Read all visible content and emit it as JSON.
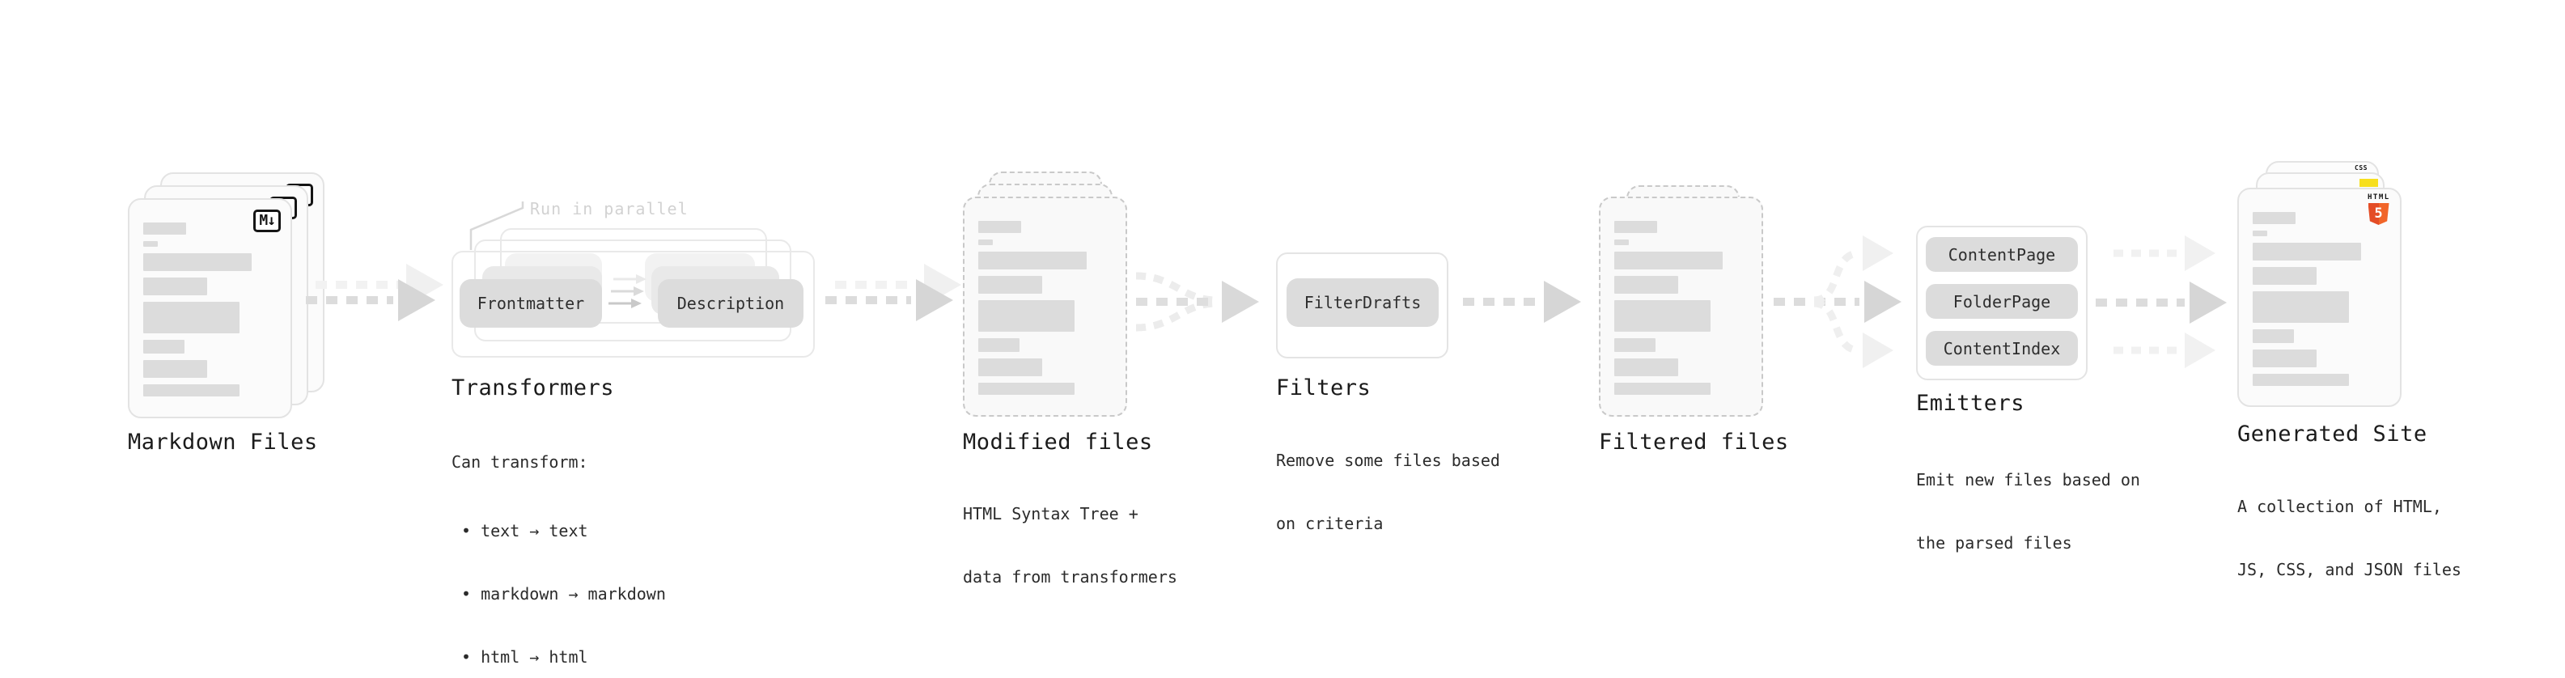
{
  "stages": {
    "markdown_files": {
      "label": "Markdown Files",
      "file_badge": "M↓"
    },
    "transformers": {
      "label": "Transformers",
      "callout": "Run in parallel",
      "pill_a": "Frontmatter",
      "pill_b": "Description",
      "note_heading": "Can transform:",
      "note_items": [
        "• text → text",
        "• markdown → markdown",
        "• html → html"
      ]
    },
    "modified_files": {
      "label": "Modified files",
      "note_lines": [
        "HTML Syntax Tree +",
        "data from transformers"
      ]
    },
    "filters": {
      "label": "Filters",
      "pill": "FilterDrafts",
      "note_lines": [
        "Remove some files based",
        "on criteria"
      ]
    },
    "filtered_files": {
      "label": "Filtered files"
    },
    "emitters": {
      "label": "Emitters",
      "pills": [
        "ContentPage",
        "FolderPage",
        "ContentIndex"
      ],
      "note_lines": [
        "Emit new files based on",
        "the parsed files"
      ]
    },
    "generated_site": {
      "label": "Generated Site",
      "note_lines": [
        "A collection of HTML,",
        "JS, CSS, and JSON files"
      ],
      "badge_css": "CSS",
      "badge_html_word": "HTML",
      "badge_html_number": "5"
    }
  },
  "colors": {
    "html5_orange": "#E44D26",
    "js_yellow": "#F7DF1E",
    "css_blue": "#2D53E5"
  }
}
